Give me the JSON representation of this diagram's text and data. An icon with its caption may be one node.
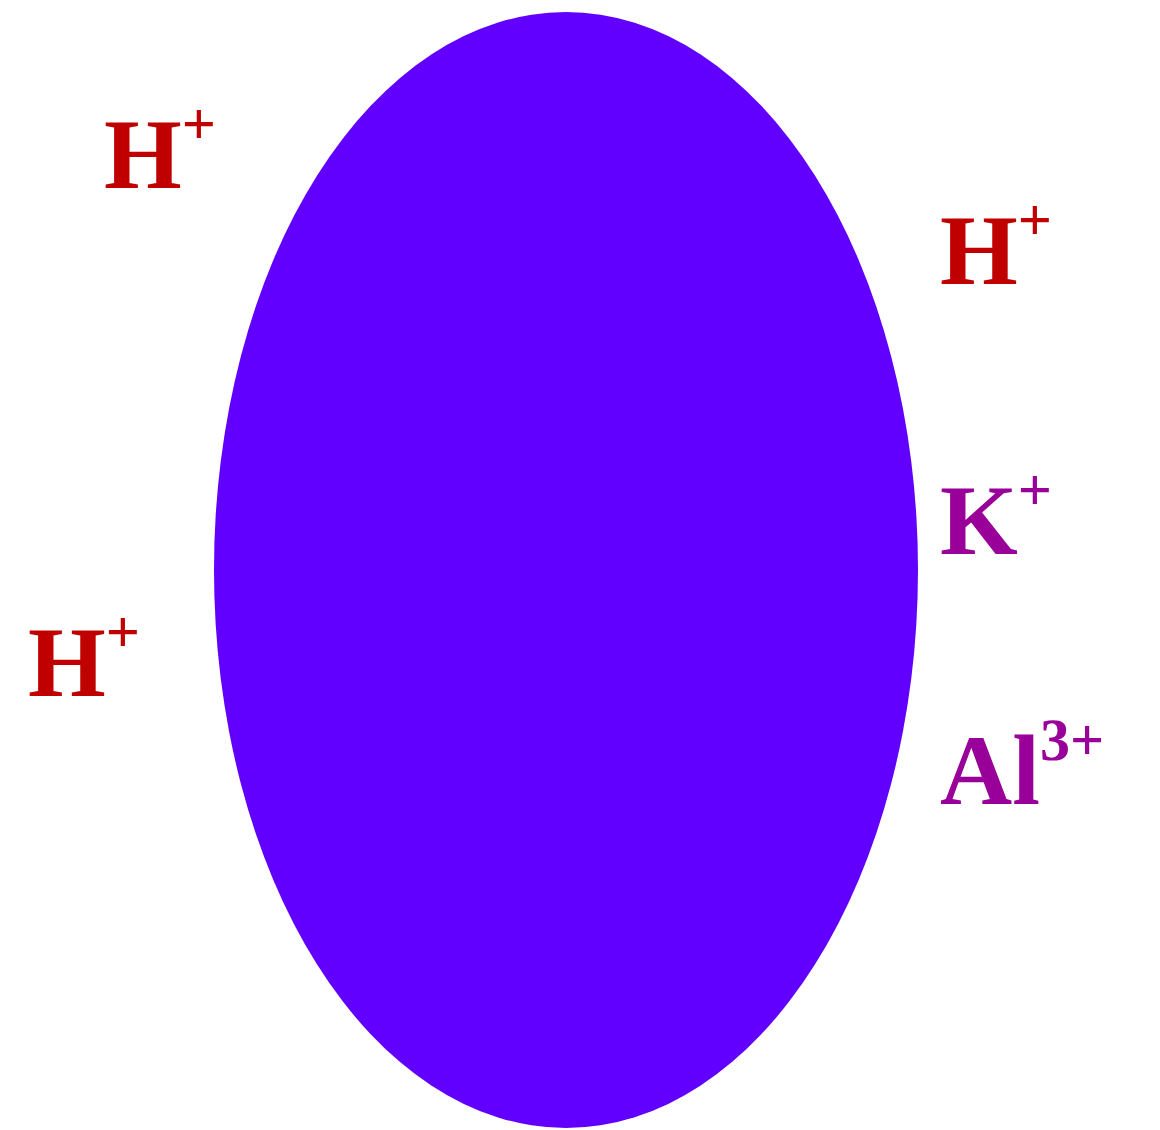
{
  "diagram": {
    "nodes": [
      {
        "text": [],
        "shape": "ellipse"
      }
    ],
    "labels": [
      "H$^{+}$",
      "H$^{+}$",
      "K$^{+}$",
      "H$^{+}$",
      "Al$^{3+}$"
    ]
  }
}
